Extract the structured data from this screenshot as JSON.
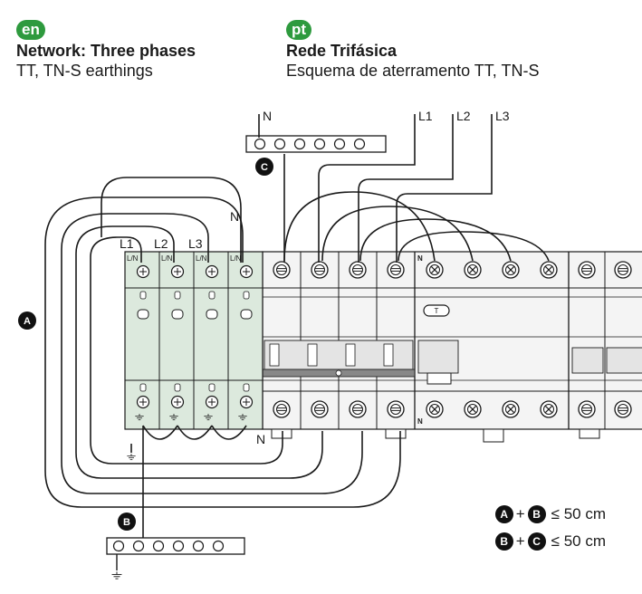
{
  "en": {
    "badge": "en",
    "title": "Network: Three phases",
    "subtitle": "TT, TN-S earthings"
  },
  "pt": {
    "badge": "pt",
    "title": "Rede Trifásica",
    "subtitle": "Esquema de aterramento TT, TN-S"
  },
  "labels": {
    "n_top": "N",
    "l1": "L1",
    "l2": "L2",
    "l3": "L3",
    "n_loop": "N",
    "n_bottom": "N",
    "spd_l1": "L1",
    "spd_l2": "L2",
    "spd_l3": "L3",
    "terminal_ln": "L/N",
    "breaker_n": "N",
    "t_button": "T"
  },
  "markers": {
    "a": "A",
    "b": "B",
    "c": "C"
  },
  "legend": [
    {
      "first": "A",
      "plus": "+",
      "second": "B",
      "relation": "≤ 50 cm"
    },
    {
      "first": "B",
      "plus": "+",
      "second": "C",
      "relation": "≤ 50 cm"
    }
  ],
  "colors": {
    "accent": "#2e9a3e",
    "spd_fill": "#dce9dd",
    "device_fill": "#f3f3f3",
    "line": "#1a1a1a"
  }
}
